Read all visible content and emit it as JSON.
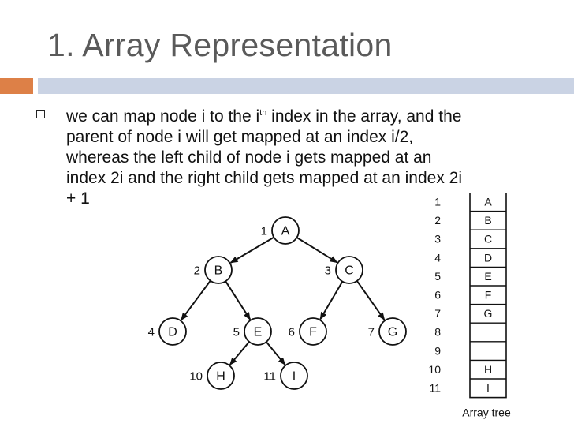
{
  "slide": {
    "title": "1. Array Representation",
    "bullet": {
      "line1_before": "we can map node i to the i",
      "line1_sup": "th",
      "line1_after": " index in the array, and the",
      "line2": "parent of node i will get mapped at an index i/2,",
      "line3": "whereas the left child of node i gets mapped at an",
      "line4": "index 2i and the right child gets mapped at an index 2i",
      "line5": "+ 1"
    }
  },
  "tree": {
    "nodes": [
      {
        "id": "A",
        "label": "A",
        "index": "1"
      },
      {
        "id": "B",
        "label": "B",
        "index": "2"
      },
      {
        "id": "C",
        "label": "C",
        "index": "3"
      },
      {
        "id": "D",
        "label": "D",
        "index": "4"
      },
      {
        "id": "E",
        "label": "E",
        "index": "5"
      },
      {
        "id": "F",
        "label": "F",
        "index": "6"
      },
      {
        "id": "G",
        "label": "G",
        "index": "7"
      },
      {
        "id": "H",
        "label": "H",
        "index": "10"
      },
      {
        "id": "I",
        "label": "I",
        "index": "11"
      }
    ],
    "edges": [
      [
        "A",
        "B"
      ],
      [
        "A",
        "C"
      ],
      [
        "B",
        "D"
      ],
      [
        "B",
        "E"
      ],
      [
        "C",
        "F"
      ],
      [
        "C",
        "G"
      ],
      [
        "E",
        "H"
      ],
      [
        "E",
        "I"
      ]
    ]
  },
  "array": {
    "caption": "Array tree",
    "rows": [
      {
        "index": "1",
        "value": "A"
      },
      {
        "index": "2",
        "value": "B"
      },
      {
        "index": "3",
        "value": "C"
      },
      {
        "index": "4",
        "value": "D"
      },
      {
        "index": "5",
        "value": "E"
      },
      {
        "index": "6",
        "value": "F"
      },
      {
        "index": "7",
        "value": "G"
      },
      {
        "index": "8",
        "value": ""
      },
      {
        "index": "9",
        "value": ""
      },
      {
        "index": "10",
        "value": "H"
      },
      {
        "index": "11",
        "value": "I"
      }
    ]
  },
  "colors": {
    "title": "#5a5a5a",
    "accent_bar": "#dd8047",
    "rule_bar": "#cad3e4",
    "text": "#111111"
  }
}
